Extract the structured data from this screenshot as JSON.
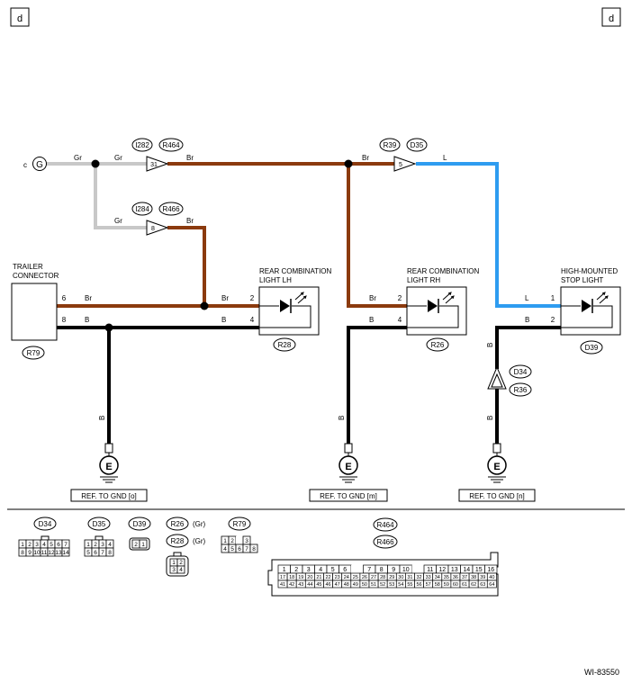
{
  "corner_labels": {
    "left": "d",
    "right": "d"
  },
  "figure_id": "WI-83550",
  "colors": {
    "brown": "#8B3A0E",
    "black": "#000000",
    "gray": "#C8C8C8",
    "blue": "#2E9CF0"
  },
  "source": {
    "prefix": "c",
    "letter": "G"
  },
  "wire_codes": {
    "gr": "Gr",
    "br": "Br",
    "l": "L",
    "b": "B"
  },
  "connectors_top": {
    "c1": {
      "a": "I282",
      "b": "R464",
      "pin": "31"
    },
    "c2": {
      "a": "I284",
      "b": "R466",
      "pin": "8"
    },
    "c3": {
      "a": "R39",
      "b": "D35",
      "pin": "5"
    }
  },
  "components": {
    "trailer": {
      "line1": "TRAILER",
      "line2": "CONNECTOR",
      "ref": "R79",
      "pin_top": "6",
      "pin_bot": "8"
    },
    "rear_lh": {
      "line1": "REAR COMBINATION",
      "line2": "LIGHT LH",
      "ref": "R28",
      "pin_top": "2",
      "pin_bot": "4"
    },
    "rear_rh": {
      "line1": "REAR COMBINATION",
      "line2": "LIGHT RH",
      "ref": "R26",
      "pin_top": "2",
      "pin_bot": "4"
    },
    "hmsl": {
      "line1": "HIGH-MOUNTED",
      "line2": "STOP LIGHT",
      "ref": "D39",
      "pin_top": "1",
      "pin_bot": "2"
    }
  },
  "inline_connector": {
    "a": "D34",
    "b": "R36"
  },
  "grounds": {
    "g1": {
      "letter": "E",
      "ref": "REF. TO GND [o]"
    },
    "g2": {
      "letter": "E",
      "ref": "REF. TO GND [m]"
    },
    "g3": {
      "letter": "E",
      "ref": "REF. TO GND [n]"
    }
  },
  "legend": {
    "d34": {
      "label": "D34",
      "row1": [
        "1",
        "2",
        "3",
        "4",
        "5",
        "6",
        "7"
      ],
      "row2": [
        "8",
        "9",
        "10",
        "11",
        "12",
        "13",
        "14"
      ]
    },
    "d35": {
      "label": "D35",
      "row1": [
        "1",
        "2",
        "3",
        "4"
      ],
      "row2": [
        "5",
        "6",
        "7",
        "8"
      ]
    },
    "d39": {
      "label": "D39",
      "row1": [
        "2",
        "1"
      ]
    },
    "r26": {
      "label": "R26",
      "suffix": "(Gr)"
    },
    "r28": {
      "label": "R28",
      "suffix": "(Gr)",
      "row1": [
        "1",
        "2"
      ],
      "row2": [
        "3",
        "4"
      ]
    },
    "r79": {
      "label": "R79",
      "row1": [
        "1",
        "2",
        "",
        "3"
      ],
      "row2": [
        "4",
        "5",
        "6",
        "7",
        "8"
      ]
    },
    "r464": {
      "label": "R464"
    },
    "r466": {
      "label": "R466"
    },
    "big": {
      "row1": [
        "1",
        "2",
        "3",
        "4",
        "5",
        "6",
        "",
        "7",
        "8",
        "9",
        "10",
        "",
        "11",
        "12",
        "13",
        "14",
        "15",
        "16"
      ],
      "row2": [
        "17",
        "18",
        "19",
        "20",
        "21",
        "22",
        "23",
        "24",
        "25",
        "26",
        "27",
        "28",
        "29",
        "30",
        "31",
        "32",
        "33",
        "34",
        "35",
        "36",
        "37",
        "38",
        "39",
        "40"
      ],
      "row3": [
        "41",
        "42",
        "43",
        "44",
        "45",
        "46",
        "47",
        "48",
        "49",
        "50",
        "51",
        "52",
        "53",
        "54",
        "55",
        "56",
        "57",
        "58",
        "59",
        "60",
        "61",
        "62",
        "63",
        "64"
      ]
    }
  }
}
